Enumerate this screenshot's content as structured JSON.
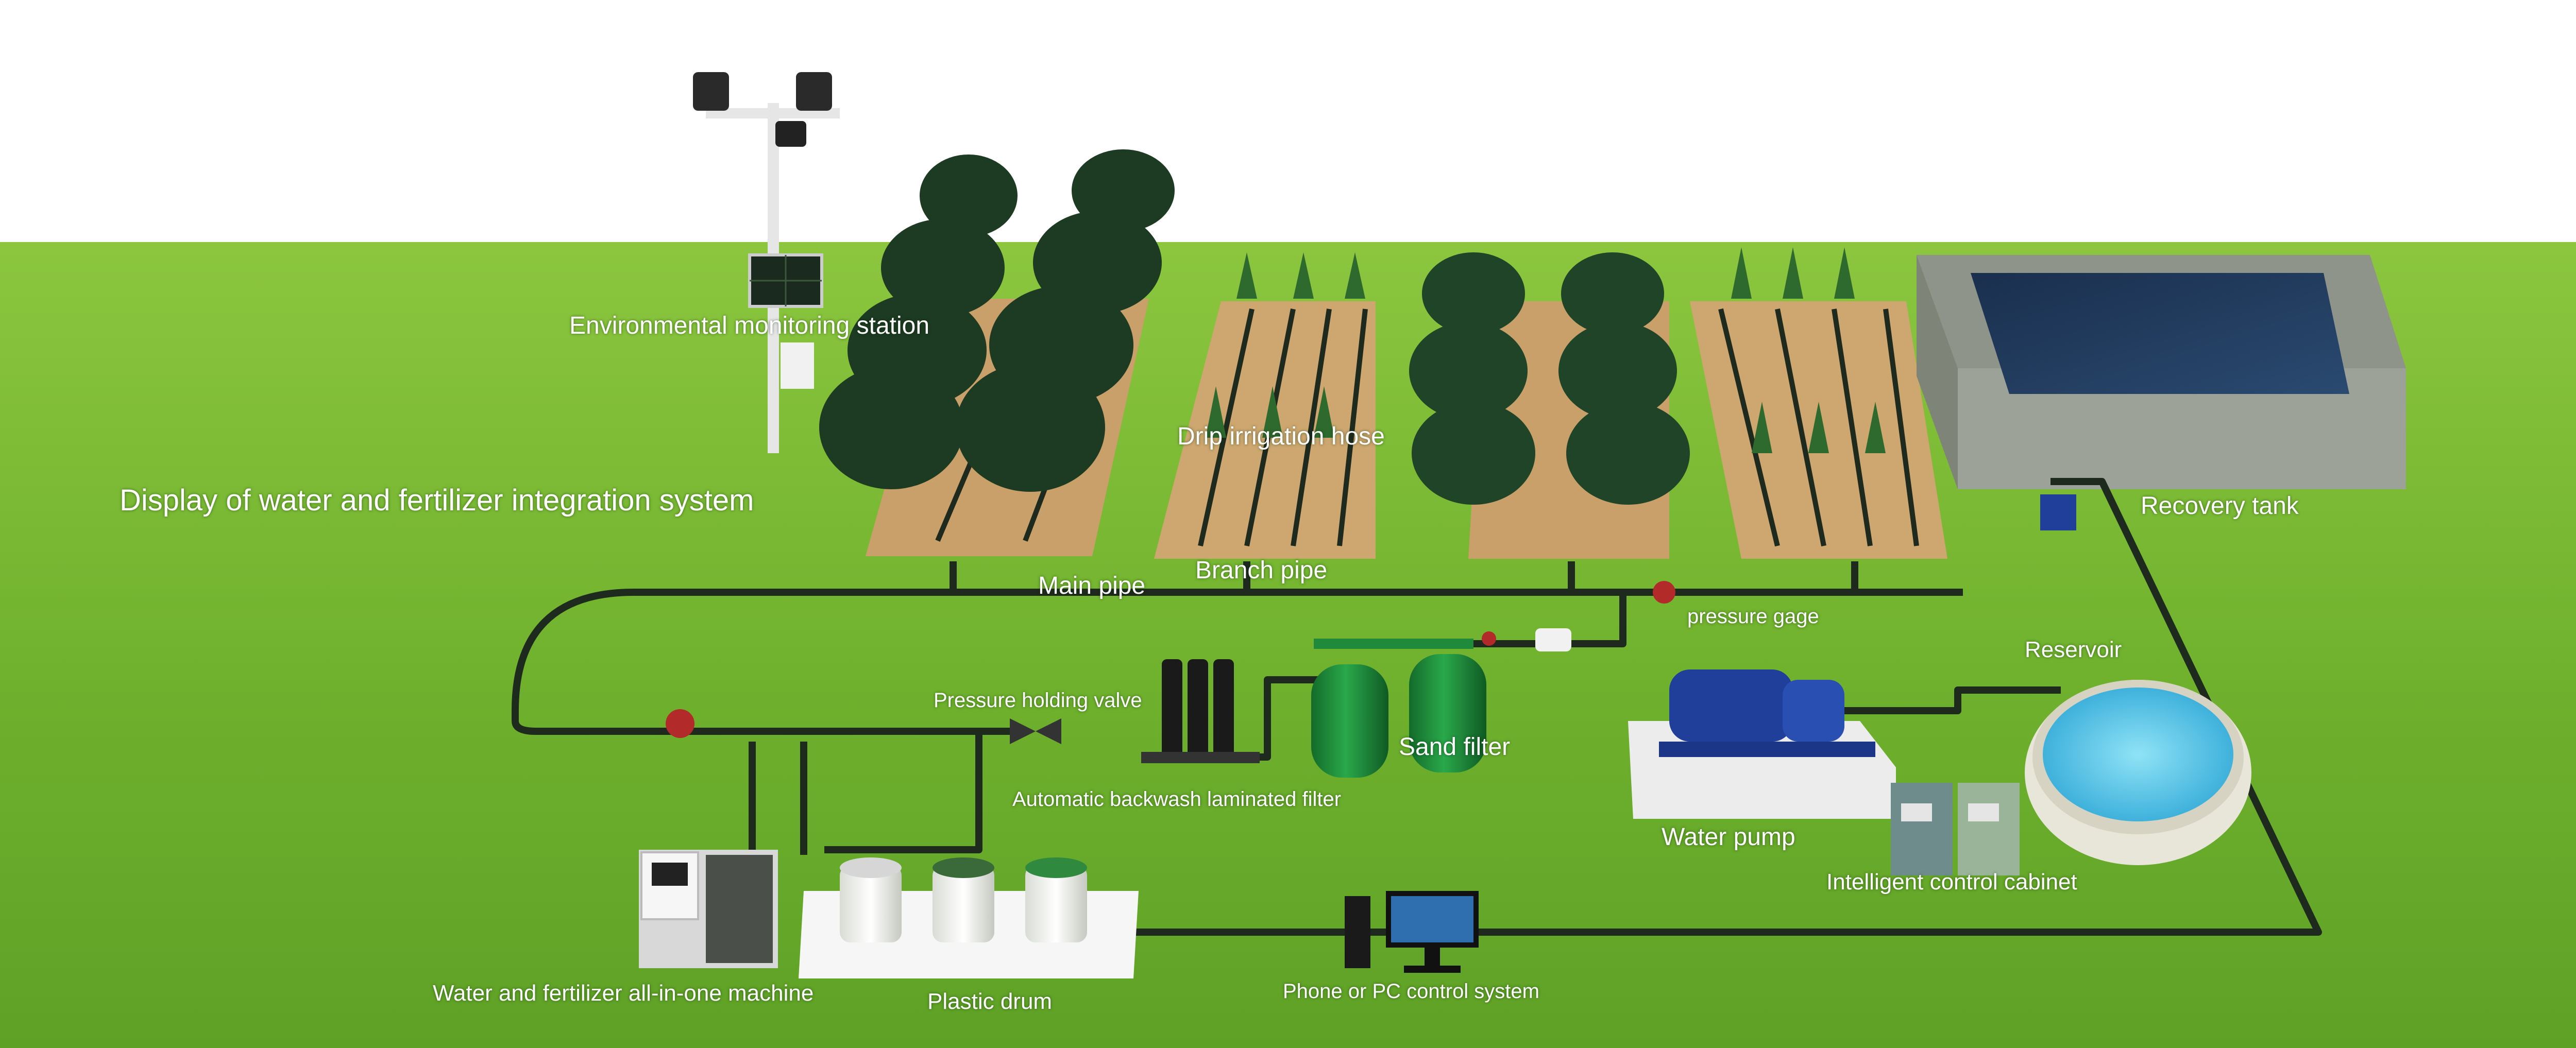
{
  "colors": {
    "sky": "#ffffff",
    "grass": "#6fb12d",
    "grass_light": "#8cc43e",
    "soil": "#c9a06a",
    "pipe": "#1e2a1e",
    "tree": "#1d3a22",
    "water_deep": "#1b3556",
    "water_light": "#5fc6e8",
    "concrete": "#a9aea4",
    "filter_green": "#1f8a3a",
    "pump_blue": "#1f3f9a",
    "label": "#ffffff"
  },
  "labels": {
    "title": "Display of water and fertilizer integration system",
    "env_station": "Environmental monitoring station",
    "drip_hose": "Drip irrigation hose",
    "branch_pipe": "Branch pipe",
    "main_pipe": "Main pipe",
    "pressure_gage": "pressure gage",
    "recovery_tank": "Recovery tank",
    "reservoir": "Reservoir",
    "pressure_valve": "Pressure holding valve",
    "sand_filter": "Sand filter",
    "backwash_filter": "Automatic backwash laminated filter",
    "water_pump": "Water pump",
    "control_cabinet": "Intelligent control cabinet",
    "fertilizer_machine": "Water and fertilizer all-in-one machine",
    "plastic_drum": "Plastic drum",
    "pc_control": "Phone or PC control system"
  },
  "icons": {
    "weather_station": "weather-station-icon",
    "solar_panel": "solar-panel-icon",
    "filter": "filter-icon",
    "pump": "pump-icon",
    "monitor": "monitor-icon",
    "drum": "drum-icon",
    "cabinet": "cabinet-icon"
  }
}
